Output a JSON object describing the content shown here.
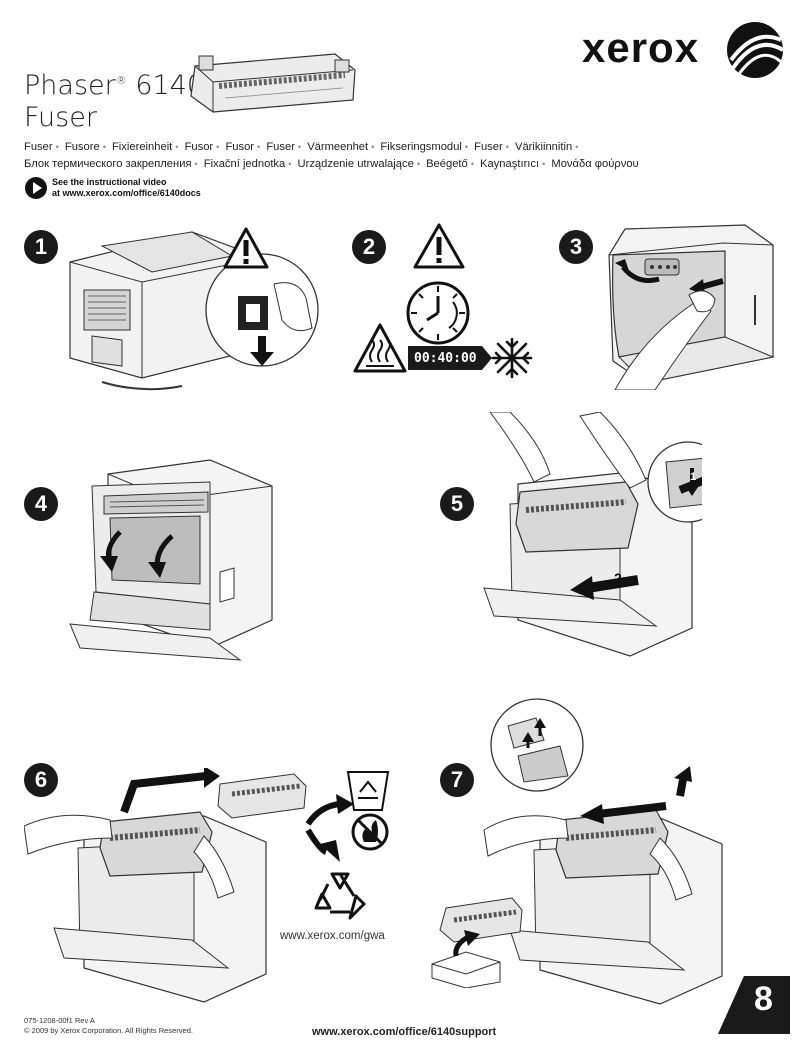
{
  "brand": {
    "name": "xerox"
  },
  "title": {
    "product_line1": "Phaser",
    "registered": "®",
    "model": "6140",
    "product_line2": "Fuser"
  },
  "languages": [
    "Fuser",
    "Fusore",
    "Fixiereinheit",
    "Fusor",
    "Fusor",
    "Fuser",
    "Värmeenhet",
    "Fikseringsmodul",
    "Fuser",
    "Värikiinnitin",
    "Блок термического закрепления",
    "Fixační jednotka",
    "Urządzenie utrwalające",
    "Beégető",
    "Kaynaştırıcı",
    "Μονάδα φούρνου"
  ],
  "video": {
    "line1": "See the instructional video",
    "line2": "at www.xerox.com/office/6140docs"
  },
  "steps": [
    {
      "number": "1"
    },
    {
      "number": "2",
      "timer": "00:40:00"
    },
    {
      "number": "3"
    },
    {
      "number": "4"
    },
    {
      "number": "5",
      "arrow_label_1": "1",
      "arrow_label_2": "2"
    },
    {
      "number": "6",
      "recycle_url": "www.xerox.com/gwa"
    },
    {
      "number": "7"
    }
  ],
  "next_page": "8",
  "footer": {
    "doc_id": "075-1208-00f1 Rev A",
    "copyright": "© 2009 by Xerox Corporation.  All Rights Reserved.",
    "support_url": "www.xerox.com/office/6140support"
  },
  "colors": {
    "ink": "#1a1a1a",
    "line": "#555555",
    "panel": "#d9d9d9"
  }
}
